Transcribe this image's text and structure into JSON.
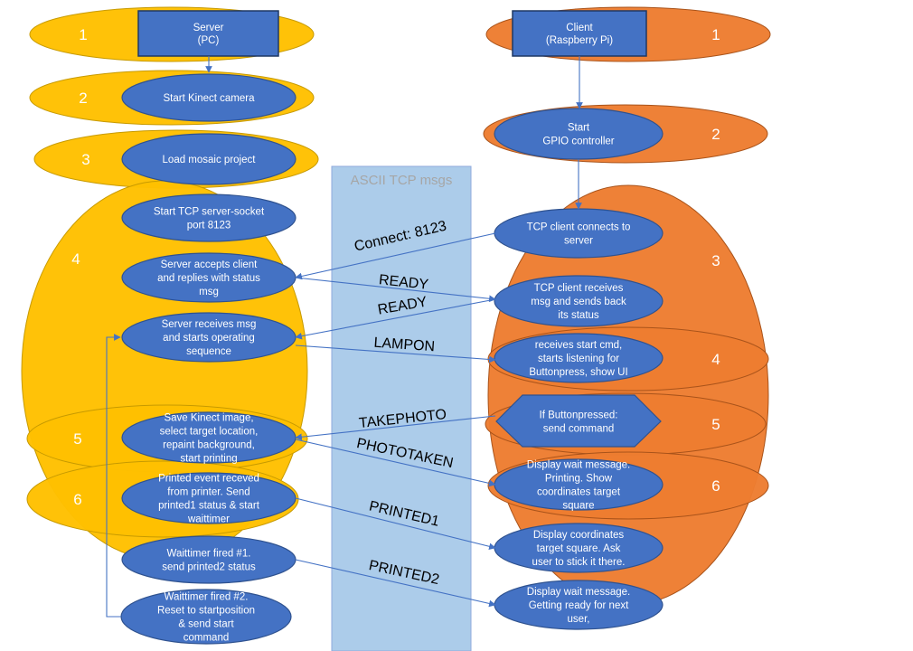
{
  "colors": {
    "server_phase": "#ffc000",
    "client_phase": "#ed7d31",
    "node_fill": "#4472c4",
    "node_stroke": "#2f528f",
    "band_fill": "#9dc3e6",
    "band_title": "#a6a6a6",
    "arrow": "#4472c4"
  },
  "band": {
    "title": "ASCII TCP msgs"
  },
  "server": {
    "phases": [
      "1",
      "2",
      "3",
      "4",
      "5",
      "6"
    ],
    "header": [
      "Server",
      "(PC)"
    ],
    "nodes": [
      [
        "Start Kinect camera"
      ],
      [
        "Load mosaic project"
      ],
      [
        "Start TCP server-socket",
        "port 8123"
      ],
      [
        "Server accepts client",
        "and replies with status",
        "msg"
      ],
      [
        "Server receives msg",
        "and starts operating",
        "sequence"
      ],
      [
        "Save Kinect image,",
        "select target location,",
        "repaint background,",
        "start printing"
      ],
      [
        "Printed event receved",
        "from printer. Send",
        "printed1 status & start",
        "waittimer"
      ],
      [
        "Waittimer fired #1.",
        "send printed2 status"
      ],
      [
        "Waittimer fired #2.",
        "Reset to startposition",
        "& send start",
        "command"
      ]
    ]
  },
  "client": {
    "phases": [
      "1",
      "2",
      "3",
      "4",
      "5",
      "6"
    ],
    "header": [
      "Client",
      "(Raspberry Pi)"
    ],
    "nodes": [
      [
        "Start",
        "GPIO controller"
      ],
      [
        "TCP client connects to",
        "server"
      ],
      [
        "TCP client receives",
        "msg and sends back",
        "its status"
      ],
      [
        "receives start cmd,",
        "starts listening for",
        "Buttonpress, show UI"
      ],
      [
        "If Buttonpressed:",
        "send command"
      ],
      [
        "Display wait message.",
        "Printing. Show",
        "coordinates target",
        "square"
      ],
      [
        "Display coordinates",
        "target square. Ask",
        "user to stick it there."
      ],
      [
        "Display wait message.",
        "Getting ready for next",
        "user,"
      ]
    ]
  },
  "messages": [
    "Connect: 8123",
    "READY",
    "READY",
    "LAMPON",
    "TAKEPHOTO",
    "PHOTOTAKEN",
    "PRINTED1",
    "PRINTED2"
  ]
}
